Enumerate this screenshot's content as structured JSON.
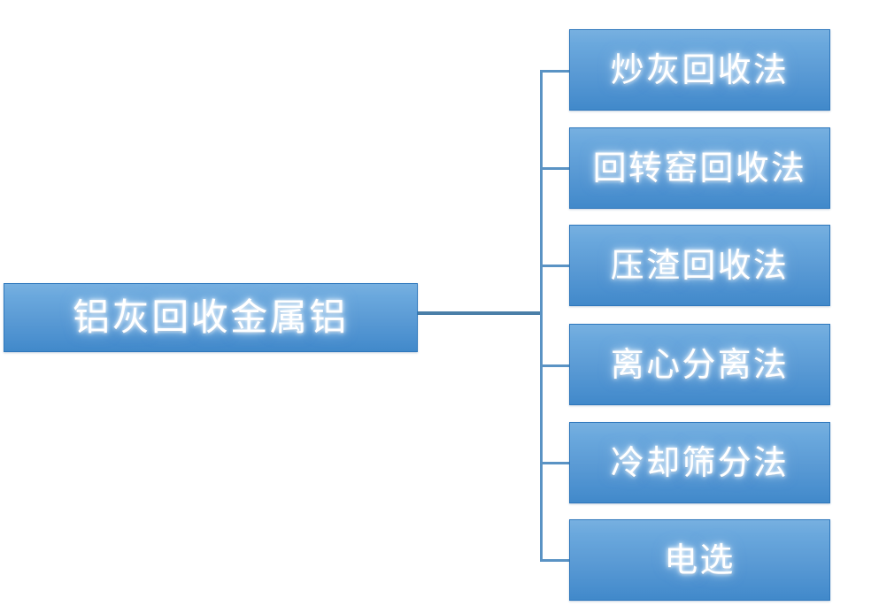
{
  "diagram": {
    "type": "hierarchy-tree",
    "orientation": "left-to-right",
    "title": "铝灰回收金属铝",
    "background_color": "#ffffff",
    "node_fill_color": "#5b9bd5",
    "node_border_color": "#2f78bd",
    "node_text_color": "#ffffff",
    "connector_color": "#5a93c4",
    "stem_color": "#4a7fa8",
    "root": {
      "label": "铝灰回收金属铝"
    },
    "children": [
      {
        "label": "炒灰回收法"
      },
      {
        "label": "回转窑回收法"
      },
      {
        "label": "压渣回收法"
      },
      {
        "label": "离心分离法"
      },
      {
        "label": "冷却筛分法"
      },
      {
        "label": "电选"
      }
    ]
  }
}
